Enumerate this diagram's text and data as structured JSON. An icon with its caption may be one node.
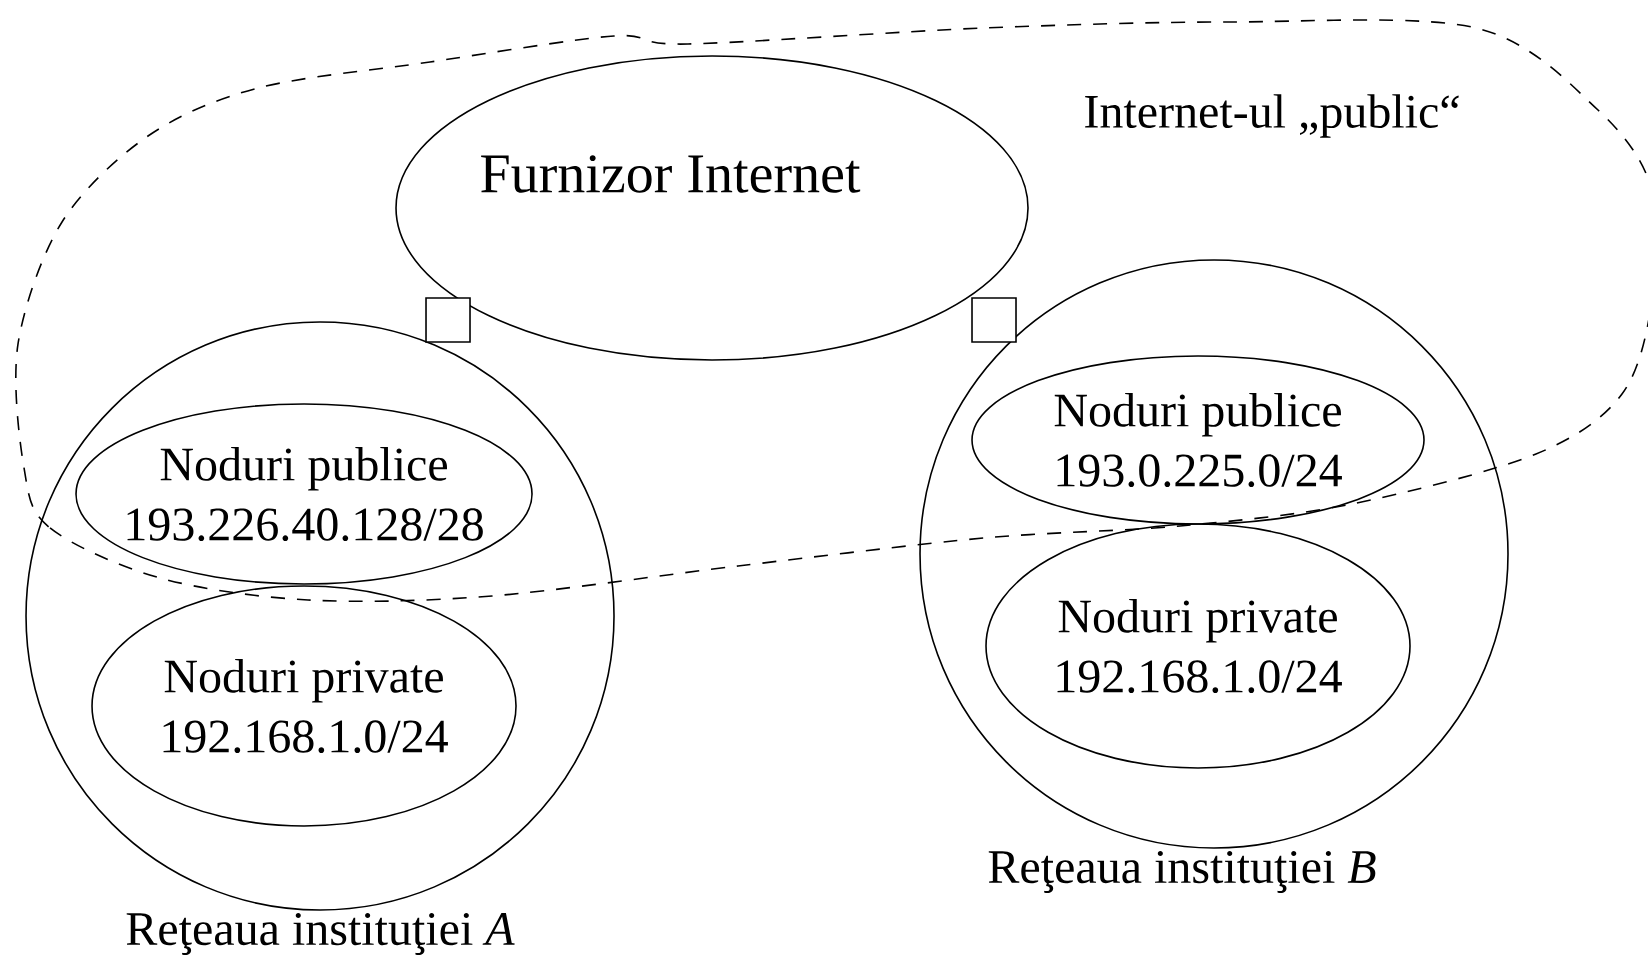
{
  "diagram": {
    "nodes": [
      {
        "text": [
          "Internet-ul „public“"
        ]
      },
      {
        "text": [
          "Furnizor Internet"
        ],
        "in": 0
      },
      {
        "text": [],
        "shape": "circle",
        "beside": [
          "Reţeaua instituţiei *A*"
        ]
      },
      {
        "text": [
          "Noduri publice",
          "193.226.40.128/28"
        ]
      },
      {
        "text": [
          "Noduri private",
          "192.168.1.0/24"
        ],
        "in": 2
      },
      {
        "text": [],
        "shape": "circle",
        "beside": [
          "Reţeaua instituţiei *B*"
        ]
      },
      {
        "text": [
          "Noduri publice",
          "193.0.225.0/24"
        ]
      },
      {
        "text": [
          "Noduri private",
          "192.168.1.0/24"
        ],
        "in": 5
      },
      {
        "text": [],
        "shape": "box",
        "in": 0
      },
      {
        "text": [],
        "shape": "box",
        "in": 0
      }
    ]
  }
}
